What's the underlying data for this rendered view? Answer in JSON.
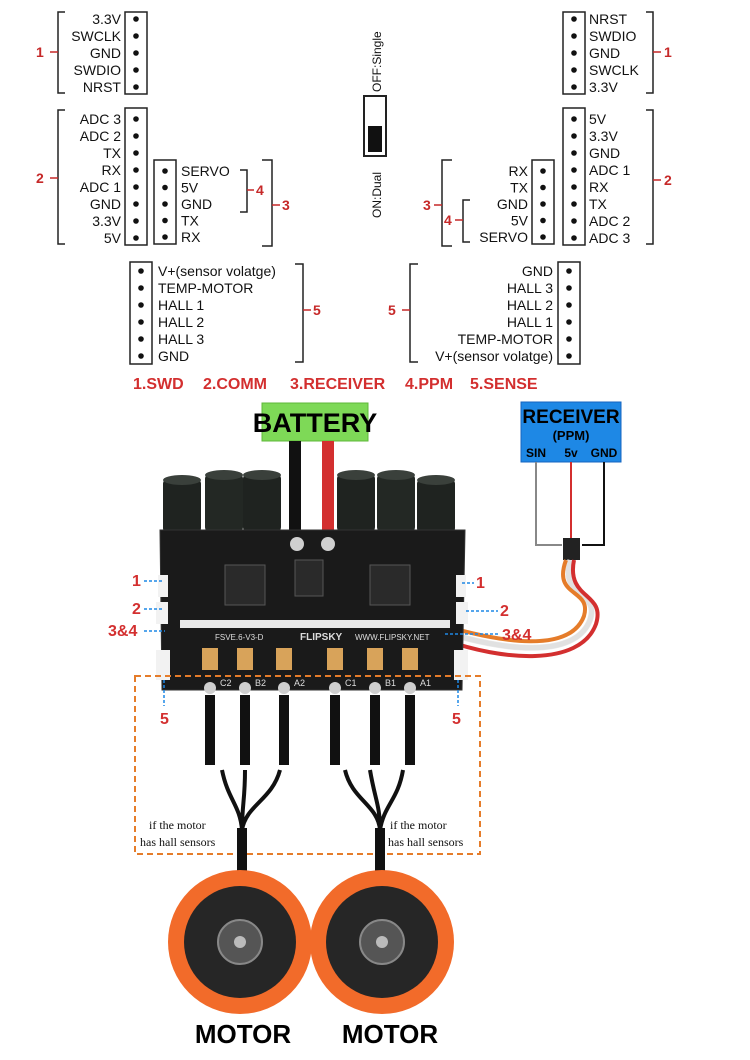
{
  "colors": {
    "accent_red": "#d32f2f",
    "battery_green": "#7ed957",
    "receiver_blue": "#1e88e5",
    "board_black": "#1a1a1a",
    "motor_orange": "#f26b2a",
    "connector_white": "#f2f2f2"
  },
  "switch": {
    "top_label": "OFF:Single",
    "bottom_label": "ON:Dual"
  },
  "connectors": {
    "swd_left": {
      "number": "1",
      "pins": [
        "3.3V",
        "SWCLK",
        "GND",
        "SWDIO",
        "NRST"
      ]
    },
    "comm_left": {
      "number": "2",
      "pins": [
        "ADC 3",
        "ADC 2",
        "TX",
        "RX",
        "ADC 1",
        "GND",
        "3.3V",
        "5V"
      ]
    },
    "servo_left": {
      "number_ppm": "4",
      "number_rx": "3",
      "pins": [
        "SERVO",
        "5V",
        "GND",
        "TX",
        "RX"
      ]
    },
    "sense_left": {
      "number": "5",
      "pins": [
        "V+(sensor volatge)",
        "TEMP-MOTOR",
        "HALL 1",
        "HALL 2",
        "HALL 3",
        "GND"
      ]
    },
    "swd_right": {
      "number": "1",
      "pins": [
        "NRST",
        "SWDIO",
        "GND",
        "SWCLK",
        "3.3V"
      ]
    },
    "comm_right": {
      "number": "2",
      "pins": [
        "5V",
        "3.3V",
        "GND",
        "ADC 1",
        "RX",
        "TX",
        "ADC 2",
        "ADC 3"
      ]
    },
    "servo_right": {
      "number_ppm": "4",
      "number_rx": "3",
      "pins": [
        "RX",
        "TX",
        "GND",
        "5V",
        "SERVO"
      ]
    },
    "sense_right": {
      "number": "5",
      "pins": [
        "GND",
        "HALL 3",
        "HALL 2",
        "HALL 1",
        "TEMP-MOTOR",
        "V+(sensor volatge)"
      ]
    }
  },
  "legend": [
    "1.SWD",
    "2.COMM",
    "3.RECEIVER",
    "4.PPM",
    "5.SENSE"
  ],
  "battery": {
    "label": "BATTERY"
  },
  "receiver": {
    "title": "RECEIVER",
    "subtitle": "(PPM)",
    "pins": [
      "SIN",
      "5v",
      "GND"
    ]
  },
  "board": {
    "silk_text": [
      "FSVE.6-V3-D",
      "FLIPSKY",
      "WWW.FLIPSKY.NET"
    ],
    "phase_labels": [
      "C2",
      "B2",
      "A2",
      "C1",
      "B1",
      "A1"
    ],
    "left_callouts": [
      "1",
      "2",
      "3&4"
    ],
    "right_callouts": [
      "1",
      "2",
      "3&4"
    ],
    "sense_callout": "5"
  },
  "notes": {
    "hall_left": [
      "if the motor",
      "has hall sensors"
    ],
    "hall_right": [
      "if the motor",
      "has hall sensors"
    ]
  },
  "motors": [
    "MOTOR",
    "MOTOR"
  ]
}
